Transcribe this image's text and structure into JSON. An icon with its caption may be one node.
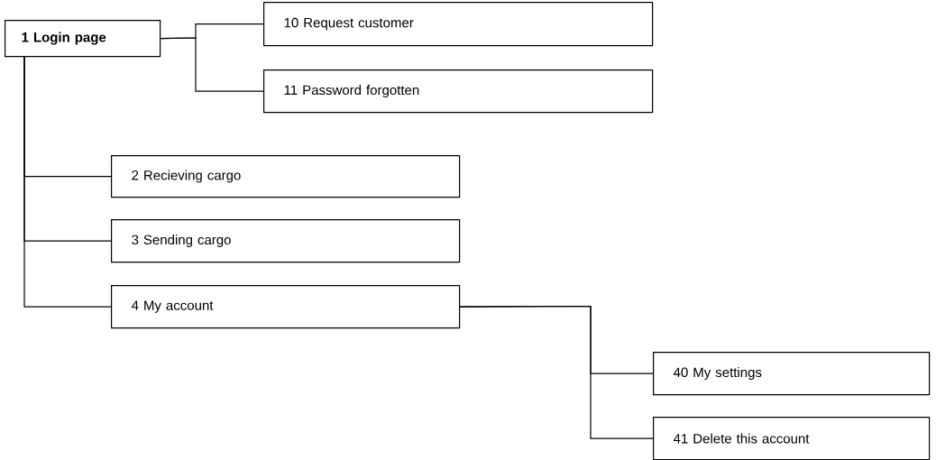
{
  "diagram": {
    "nodes": [
      {
        "text": [
          "1 Login page"
        ]
      },
      {
        "text": [
          "10 Request customer"
        ]
      },
      {
        "text": [
          "11 Password forgotten"
        ]
      },
      {
        "text": [
          "2 Recieving cargo"
        ]
      },
      {
        "text": [
          "3 Sending cargo"
        ]
      },
      {
        "text": [
          "4 My account"
        ]
      },
      {
        "text": [
          "40 My settings"
        ]
      },
      {
        "text": [
          "41 Delete this account"
        ]
      }
    ],
    "edges": [
      {
        "from": 0,
        "to": 1,
        "arrow": "none"
      },
      {
        "from": 0,
        "to": 2,
        "arrow": "none"
      },
      {
        "from": 0,
        "to": 3,
        "arrow": "none"
      },
      {
        "from": 0,
        "to": 4,
        "arrow": "none"
      },
      {
        "from": 0,
        "to": 5,
        "arrow": "none"
      },
      {
        "from": 5,
        "to": 6,
        "arrow": "none"
      },
      {
        "from": 5,
        "to": 7,
        "arrow": "none"
      }
    ]
  }
}
